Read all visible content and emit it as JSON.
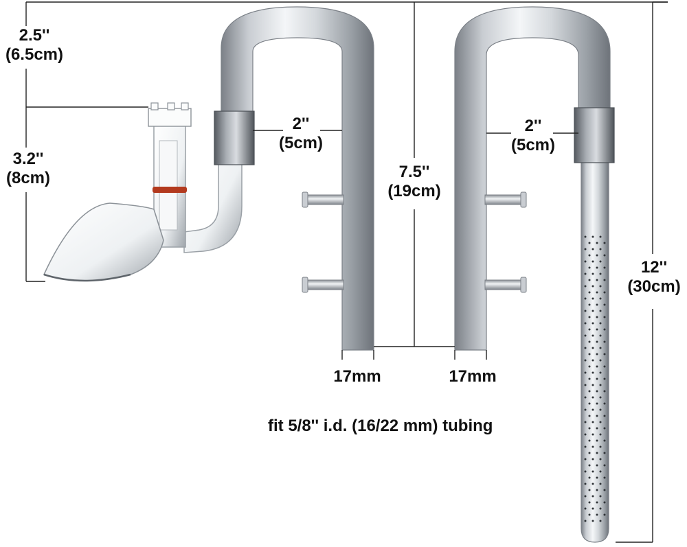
{
  "colors": {
    "steel_light": "#f2f4f6",
    "steel_mid": "#b9bec4",
    "steel_dark": "#7b8087",
    "glass_edge": "#9aa0a6",
    "gasket": "#b33a1e",
    "line": "#222222",
    "text": "#111111"
  },
  "dimensions": {
    "inflow_top_height": {
      "inch": "2.5''",
      "cm": "(6.5cm)"
    },
    "inflow_bottom_height": {
      "inch": "3.2''",
      "cm": "(8cm)"
    },
    "inflow_clip_width": {
      "inch": "2''",
      "cm": "(5cm)"
    },
    "outflow_clip_width": {
      "inch": "2''",
      "cm": "(5cm)"
    },
    "tube_height": {
      "inch": "7.5''",
      "cm": "(19cm)"
    },
    "outflow_length": {
      "inch": "12''",
      "cm": "(30cm)"
    },
    "inflow_diameter": "17mm",
    "outflow_diameter": "17mm"
  },
  "caption": "fit 5/8'' i.d. (16/22 mm) tubing",
  "parts": {
    "inflow": "glass-inflow-skimmer",
    "inflow_pipe": "steel-inflow-pipe",
    "outflow_pipe": "steel-outflow-pipe"
  }
}
